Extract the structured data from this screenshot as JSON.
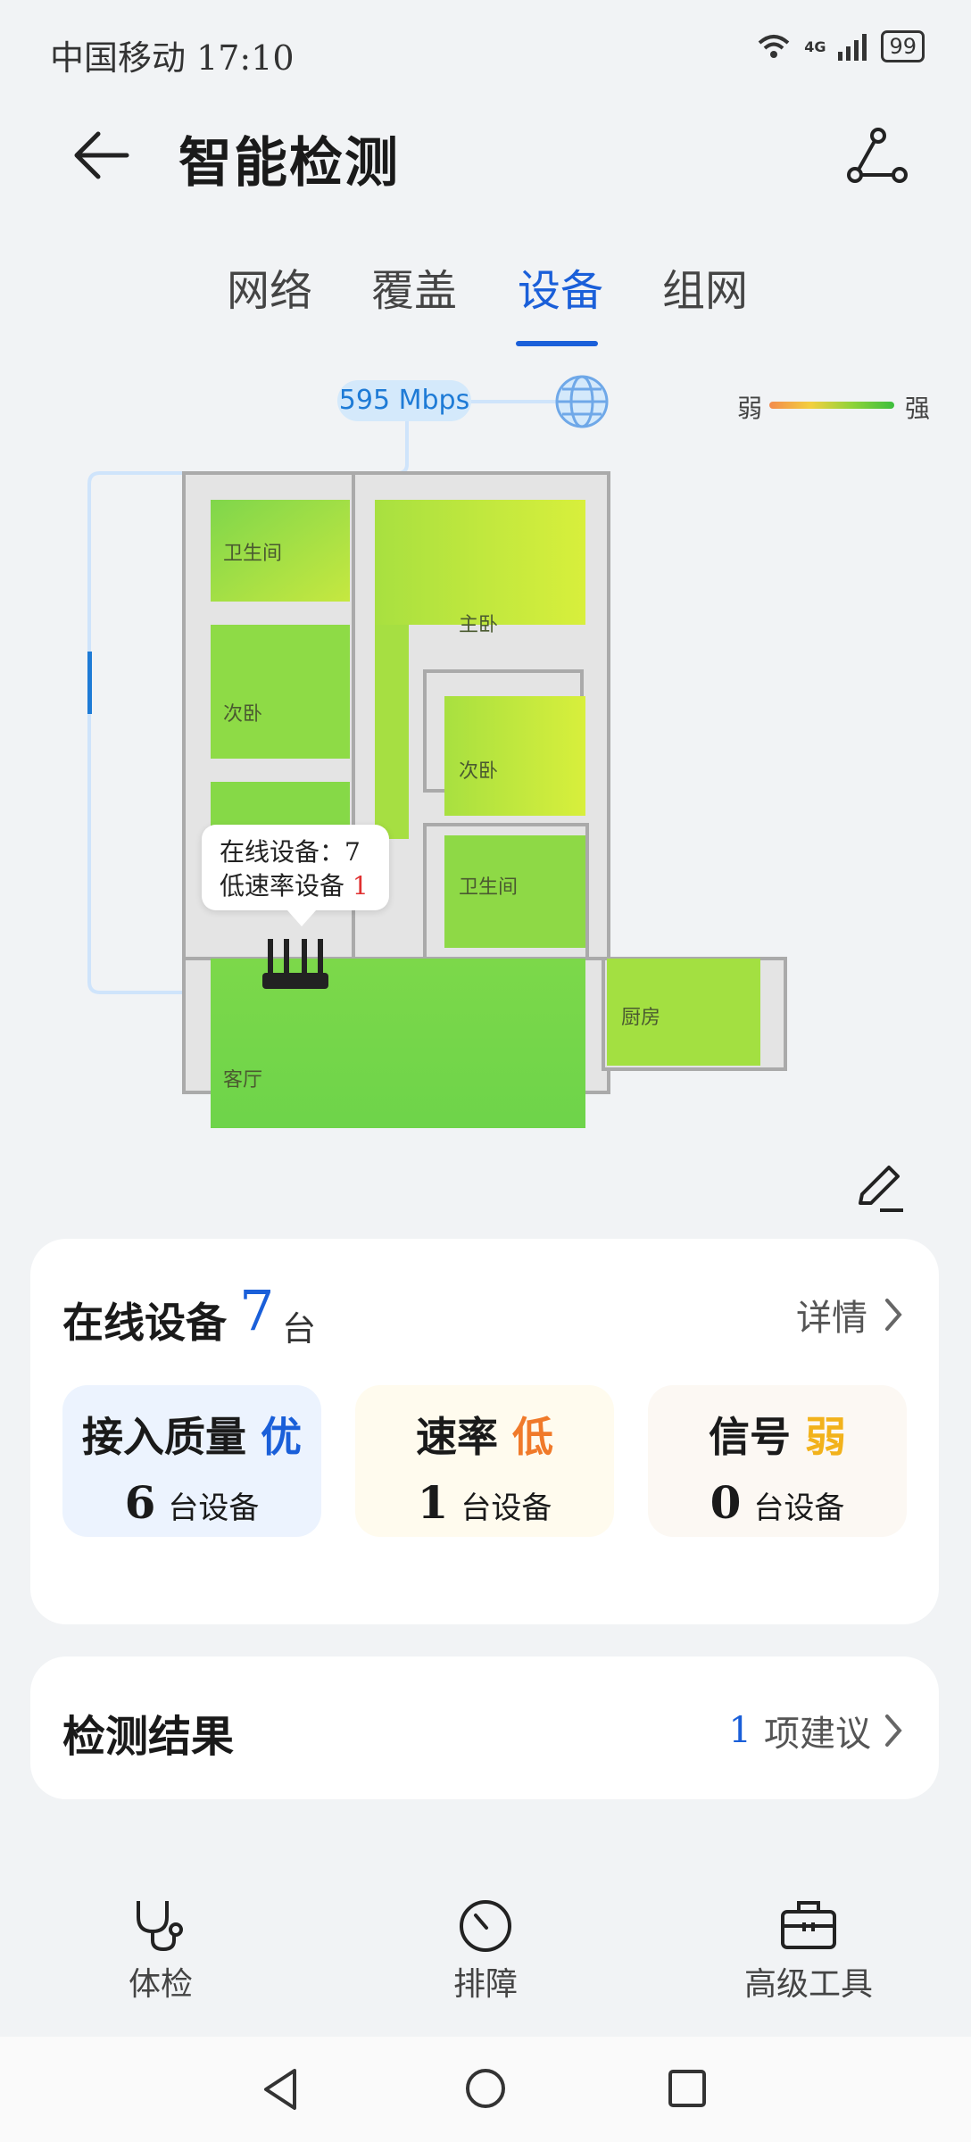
{
  "status_bar": {
    "carrier_time": "中国移动 17:10",
    "signal_label": "4G",
    "battery": "99"
  },
  "header": {
    "title": "智能检测",
    "back_icon": "arrow-left-icon",
    "topology_icon": "topology-icon"
  },
  "tabs": [
    {
      "label": "网络",
      "active": false
    },
    {
      "label": "覆盖",
      "active": false
    },
    {
      "label": "设备",
      "active": true
    },
    {
      "label": "组网",
      "active": false
    }
  ],
  "speed": {
    "label": "595 Mbps",
    "icon": "globe-icon"
  },
  "legend": {
    "weak": "弱",
    "strong": "强"
  },
  "rooms": [
    "卫生间",
    "主卧",
    "次卧",
    "次卧",
    "卫生间",
    "厨房",
    "客厅"
  ],
  "tooltip": {
    "online_label": "在线设备：",
    "online_value": "7",
    "low_label": "低速率设备",
    "low_value": "1"
  },
  "devices_card": {
    "title": "在线设备",
    "count": "7",
    "unit": "台",
    "details": "详情",
    "stats": [
      {
        "label": "接入质量",
        "grade": "优",
        "count": "6",
        "unit": "台设备"
      },
      {
        "label": "速率",
        "grade": "低",
        "count": "1",
        "unit": "台设备"
      },
      {
        "label": "信号",
        "grade": "弱",
        "count": "0",
        "unit": "台设备"
      }
    ]
  },
  "results_card": {
    "title": "检测结果",
    "count": "1",
    "suffix": "项建议"
  },
  "bottom_nav": [
    {
      "label": "体检",
      "icon": "stethoscope-icon"
    },
    {
      "label": "排障",
      "icon": "gauge-icon"
    },
    {
      "label": "高级工具",
      "icon": "toolbox-icon"
    }
  ],
  "colors": {
    "accent": "#1a5fd9",
    "warning": "#f07a2a",
    "weak": "#f2b21b",
    "error": "#e03030"
  }
}
